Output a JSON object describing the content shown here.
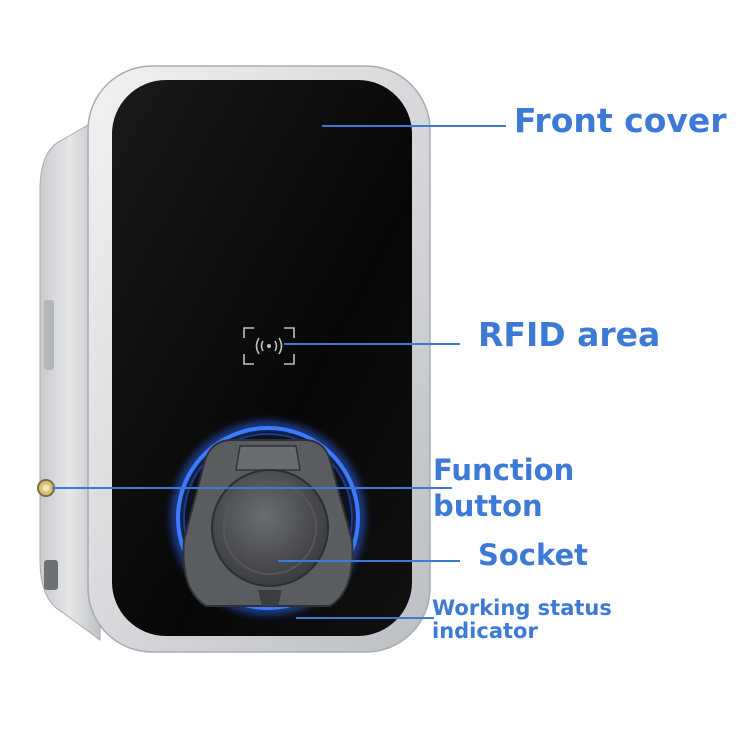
{
  "colors": {
    "callout": "#3d7ad6",
    "housing": "#d7d9dc",
    "front_cover": "#0c0c0c",
    "ring_glow": "#2f6cff",
    "socket": "#4a4d50"
  },
  "icons": {
    "rfid": "rfid-waves-icon"
  },
  "callouts": {
    "front_cover": "Front cover",
    "rfid_area": "RFID area",
    "function_button_line1": "Function",
    "function_button_line2": "button",
    "socket": "Socket",
    "working_status_line1": "Working status",
    "working_status_line2": "indicator"
  }
}
